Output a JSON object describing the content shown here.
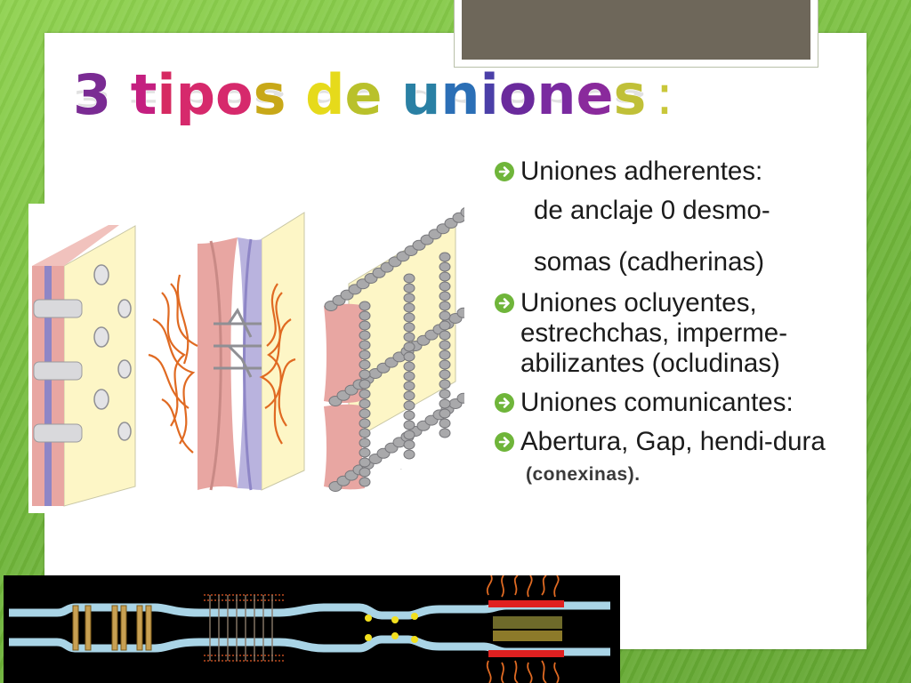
{
  "slide": {
    "title_main": "3 tipos de uniones",
    "title_colon": ":",
    "title_letter_colors": [
      "#7a2b93",
      "#c41f80",
      "#c41f80",
      "#d62a62",
      "#d6296c",
      "#d6296c",
      "#c8a818",
      "#e5d419",
      "#e6da1b",
      "#b9c12b",
      "#2f8a3a",
      "#2a80a4",
      "#2b6fb6",
      "#4b3fa8",
      "#6a2a9c",
      "#7a2aa0",
      "#8a2a9c",
      "#c0c038"
    ],
    "bullets": [
      {
        "type": "main",
        "text": "Uniones adherentes:"
      },
      {
        "type": "cont",
        "text": "de anclaje 0 desmo-"
      },
      {
        "type": "cont",
        "text": "somas  (cadherinas)"
      },
      {
        "type": "main",
        "text": "Uniones ocluyentes, estrechchas, imperme-abilizantes (ocludinas)"
      },
      {
        "type": "main",
        "text": "Uniones comunicantes:"
      },
      {
        "type": "main",
        "text": "Abertura, Gap, hendi-dura",
        "strong": "(conexinas)."
      }
    ],
    "icon": "bullet-circle-arrow-icon",
    "colors": {
      "background": "#7cc242",
      "bullet_icon": "#6fb53a",
      "membrane_pink": "#e8a6a2",
      "membrane_blue": "#b9b3de",
      "fiber_orange": "#e06a22",
      "bead_gray": "#a9a9ab",
      "cell_yellow": "#fdf6c6"
    }
  }
}
